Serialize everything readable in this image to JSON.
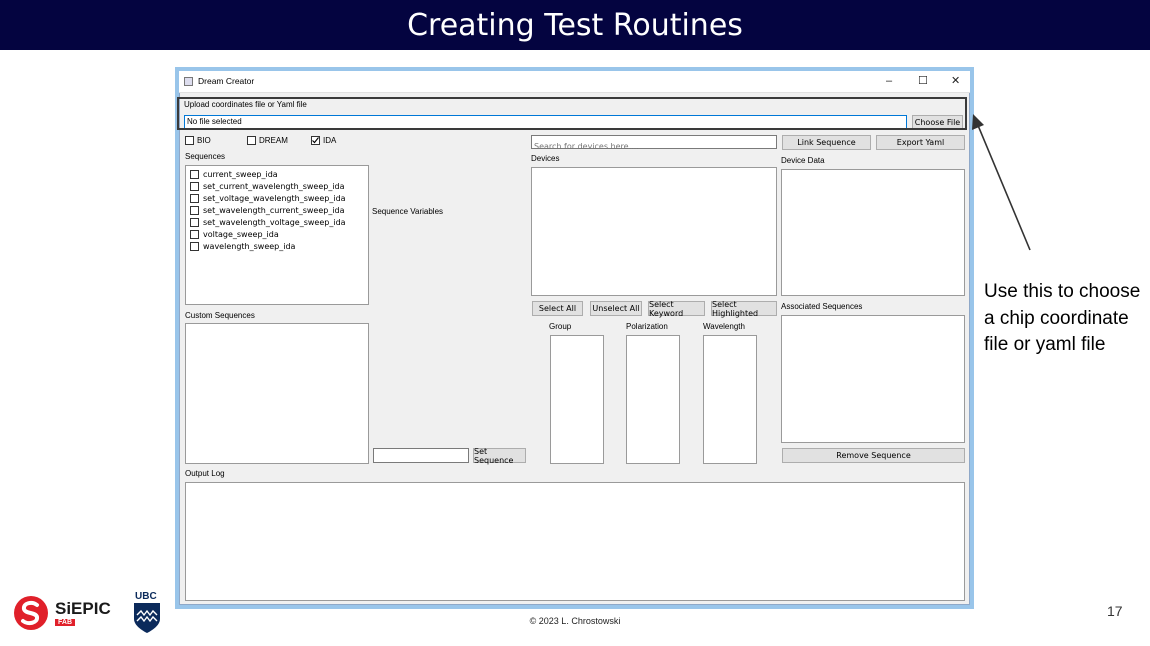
{
  "slide": {
    "title": "Creating Test Routines",
    "callout": "Use this to choose a chip coordinate file or yaml file",
    "footer": "© 2023 L. Chrostowski",
    "page_number": "17",
    "logos": {
      "siepic_text": "SiEPIC",
      "siepic_sub": "FAB",
      "ubc_text": "UBC"
    }
  },
  "window": {
    "title": "Dream Creator",
    "controls": {
      "minimize": "–",
      "maximize": "☐",
      "close": "✕"
    }
  },
  "upload": {
    "label": "Upload coordinates file or Yaml file",
    "file_value": "No file selected",
    "choose_button": "Choose File"
  },
  "filters": {
    "items": [
      {
        "label": "BIO",
        "checked": false
      },
      {
        "label": "DREAM",
        "checked": false
      },
      {
        "label": "IDA",
        "checked": true
      }
    ]
  },
  "sequences": {
    "label": "Sequences",
    "items": [
      "current_sweep_ida",
      "set_current_wavelength_sweep_ida",
      "set_voltage_wavelength_sweep_ida",
      "set_wavelength_current_sweep_ida",
      "set_wavelength_voltage_sweep_ida",
      "voltage_sweep_ida",
      "wavelength_sweep_ida"
    ]
  },
  "custom_sequences": {
    "label": "Custom Sequences"
  },
  "sequence_variables": {
    "label": "Sequence Variables",
    "input_value": "",
    "set_button": "Set Sequence"
  },
  "devices": {
    "search_placeholder": "Search for devices here....",
    "label": "Devices",
    "buttons": {
      "select_all": "Select All",
      "unselect_all": "Unselect All",
      "select_keyword": "Select Keyword",
      "select_highlighted": "Select Highlighted"
    },
    "columns": [
      "Group",
      "Polarization",
      "Wavelength"
    ]
  },
  "right_panel": {
    "link_button": "Link Sequence",
    "export_button": "Export Yaml",
    "device_data_label": "Device Data",
    "associated_label": "Associated Sequences",
    "remove_button": "Remove Sequence"
  },
  "output_log": {
    "label": "Output Log"
  },
  "colors": {
    "title_bar": "#040440",
    "window_border": "#99c5ea",
    "siepic_red": "#e0202a",
    "ubc_navy": "#0b2a5b"
  }
}
